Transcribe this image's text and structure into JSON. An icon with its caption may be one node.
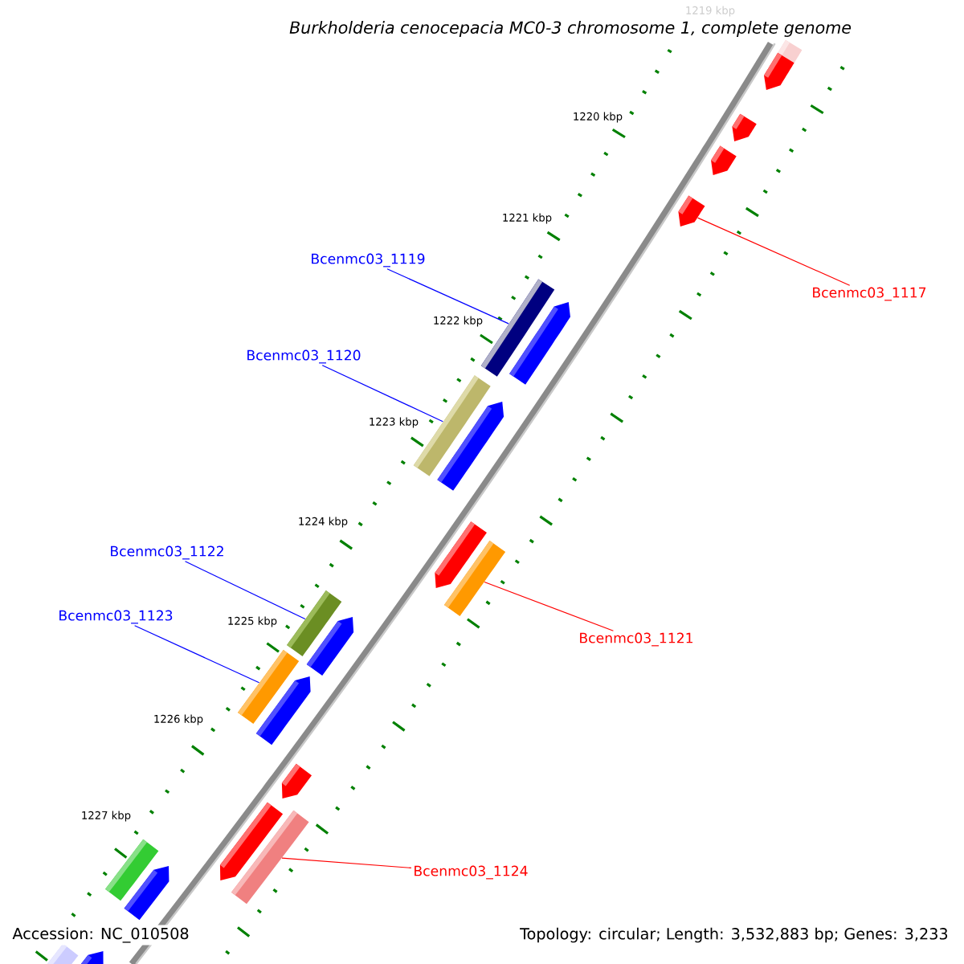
{
  "diagram": {
    "title": "Burkholderia cenocepacia MC0-3 chromosome 1, complete genome",
    "nodes": [
      {
        "text": [
          "Bcenmc03_1119"
        ]
      },
      {
        "text": [
          "Bcenmc03_1117"
        ]
      },
      {
        "text": [
          "Bcenmc03_1120"
        ]
      },
      {
        "text": [
          "Bcenmc03_1122"
        ]
      },
      {
        "text": [
          "Bcenmc03_1123"
        ]
      },
      {
        "text": [
          "Bcenmc03_1121"
        ]
      },
      {
        "text": [
          "Bcenmc03_1124"
        ]
      },
      {
        "text": [],
        "shape": "bar"
      },
      {
        "text": [],
        "shape": "bar"
      },
      {
        "text": [],
        "shape": "bar"
      },
      {
        "text": [],
        "shape": "bar"
      },
      {
        "text": [],
        "shape": "bar"
      },
      {
        "text": [],
        "shape": "bar"
      },
      {
        "text": [],
        "shape": "bar"
      },
      {
        "text": [],
        "shape": "bar"
      },
      {
        "text": [],
        "shape": "bar"
      },
      {
        "text": [],
        "shape": "bar"
      },
      {
        "text": [],
        "shape": "bar"
      },
      {
        "text": [],
        "shape": "bar"
      },
      {
        "text": [],
        "shape": "bar"
      },
      {
        "text": [],
        "shape": "bar"
      },
      {
        "text": [],
        "shape": "bar"
      },
      {
        "text": [],
        "shape": "bar"
      },
      {
        "text": [],
        "shape": "bar"
      },
      {
        "text": [],
        "shape": "bar"
      },
      {
        "text": [],
        "shape": "bar"
      },
      {
        "text": [],
        "shape": "bar"
      },
      {
        "text": [],
        "shape": "bar"
      },
      {
        "text": [],
        "shape": "bar"
      }
    ],
    "edges": [
      {
        "from": 0,
        "to": 7,
        "arrow": "none"
      },
      {
        "from": 1,
        "to": 8,
        "arrow": "none",
        "color": "#ff0000"
      },
      {
        "from": 2,
        "to": 9,
        "arrow": "none"
      },
      {
        "from": 3,
        "to": 10,
        "arrow": "none"
      },
      {
        "from": 4,
        "to": 11,
        "arrow": "none"
      },
      {
        "from": 5,
        "to": 12,
        "arrow": "none",
        "color": "#ff0000"
      },
      {
        "from": 6,
        "to": 13,
        "arrow": "none",
        "color": "#ff0000"
      }
    ],
    "labels": [
      "1219 kbp",
      "1220 kbp",
      "1221 kbp",
      "1222 kbp",
      "1223 kbp",
      "1224 kbp",
      "1225 kbp",
      "1226 kbp",
      "1227 kbp",
      "Accession: NC_010508",
      "Topology: circular; Length: 3,532,883 bp; Genes: 3,233"
    ]
  }
}
